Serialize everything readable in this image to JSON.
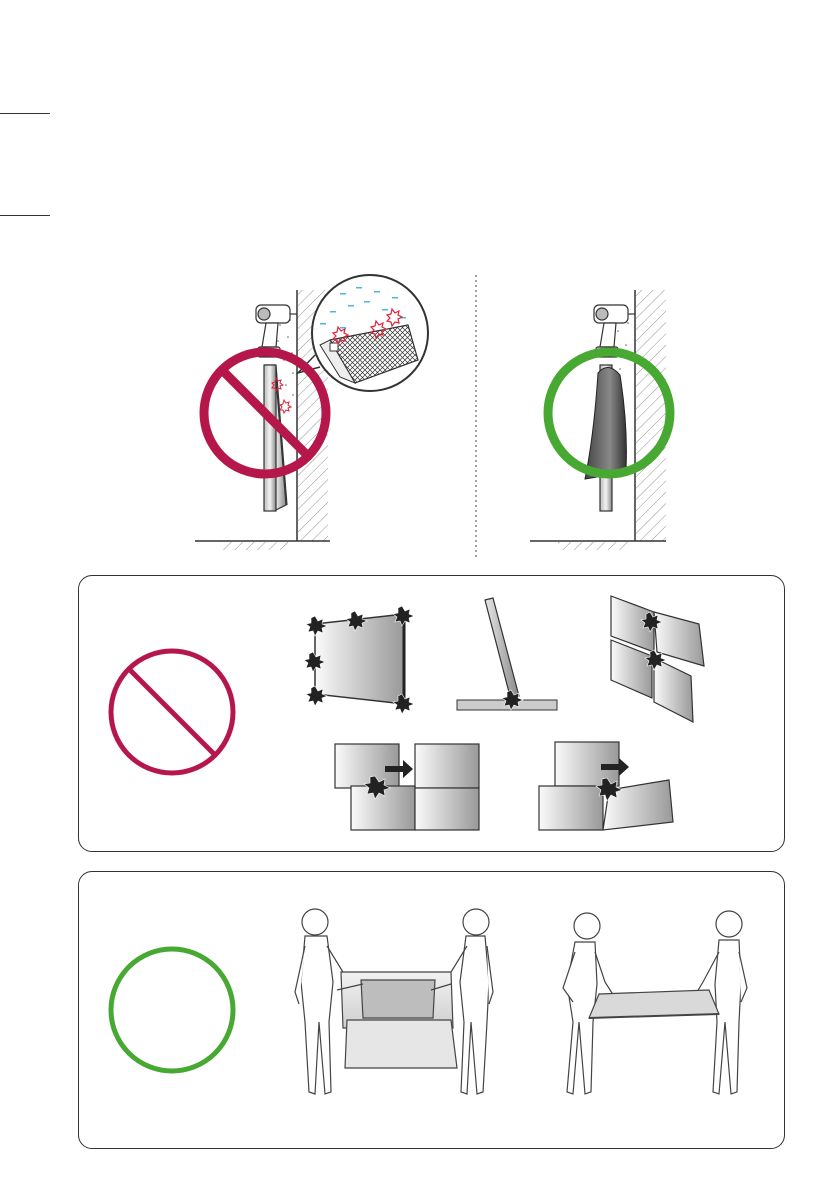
{
  "page": {
    "background": "#ffffff",
    "line_color": "#333333"
  },
  "colors": {
    "prohibited": "#b5174b",
    "allowed": "#47a832",
    "spark": "#e2233a",
    "dust": "#4bb8d8"
  },
  "figures": {
    "top_left": {
      "symbol": "prohibited-circle",
      "icons": [
        "drill-icon",
        "wall-icon",
        "tv-panel-icon",
        "dust-particles-icon",
        "magnifier-callout-icon"
      ]
    },
    "top_right": {
      "symbol": "allowed-circle",
      "icons": [
        "drill-icon",
        "wall-icon",
        "tv-panel-icon",
        "protective-cover-icon"
      ]
    },
    "panel_dont": {
      "symbol": "prohibited-circle",
      "icons": [
        "corner-impact-icon",
        "edge-impact-icon",
        "tilted-panels-collision-icon",
        "panel-push-collision-icon",
        "panel-offset-collision-icon"
      ]
    },
    "panel_do": {
      "symbol": "allowed-circle",
      "icons": [
        "two-people-lifting-boxed-panel-icon",
        "two-people-carrying-panel-flat-icon"
      ]
    }
  }
}
